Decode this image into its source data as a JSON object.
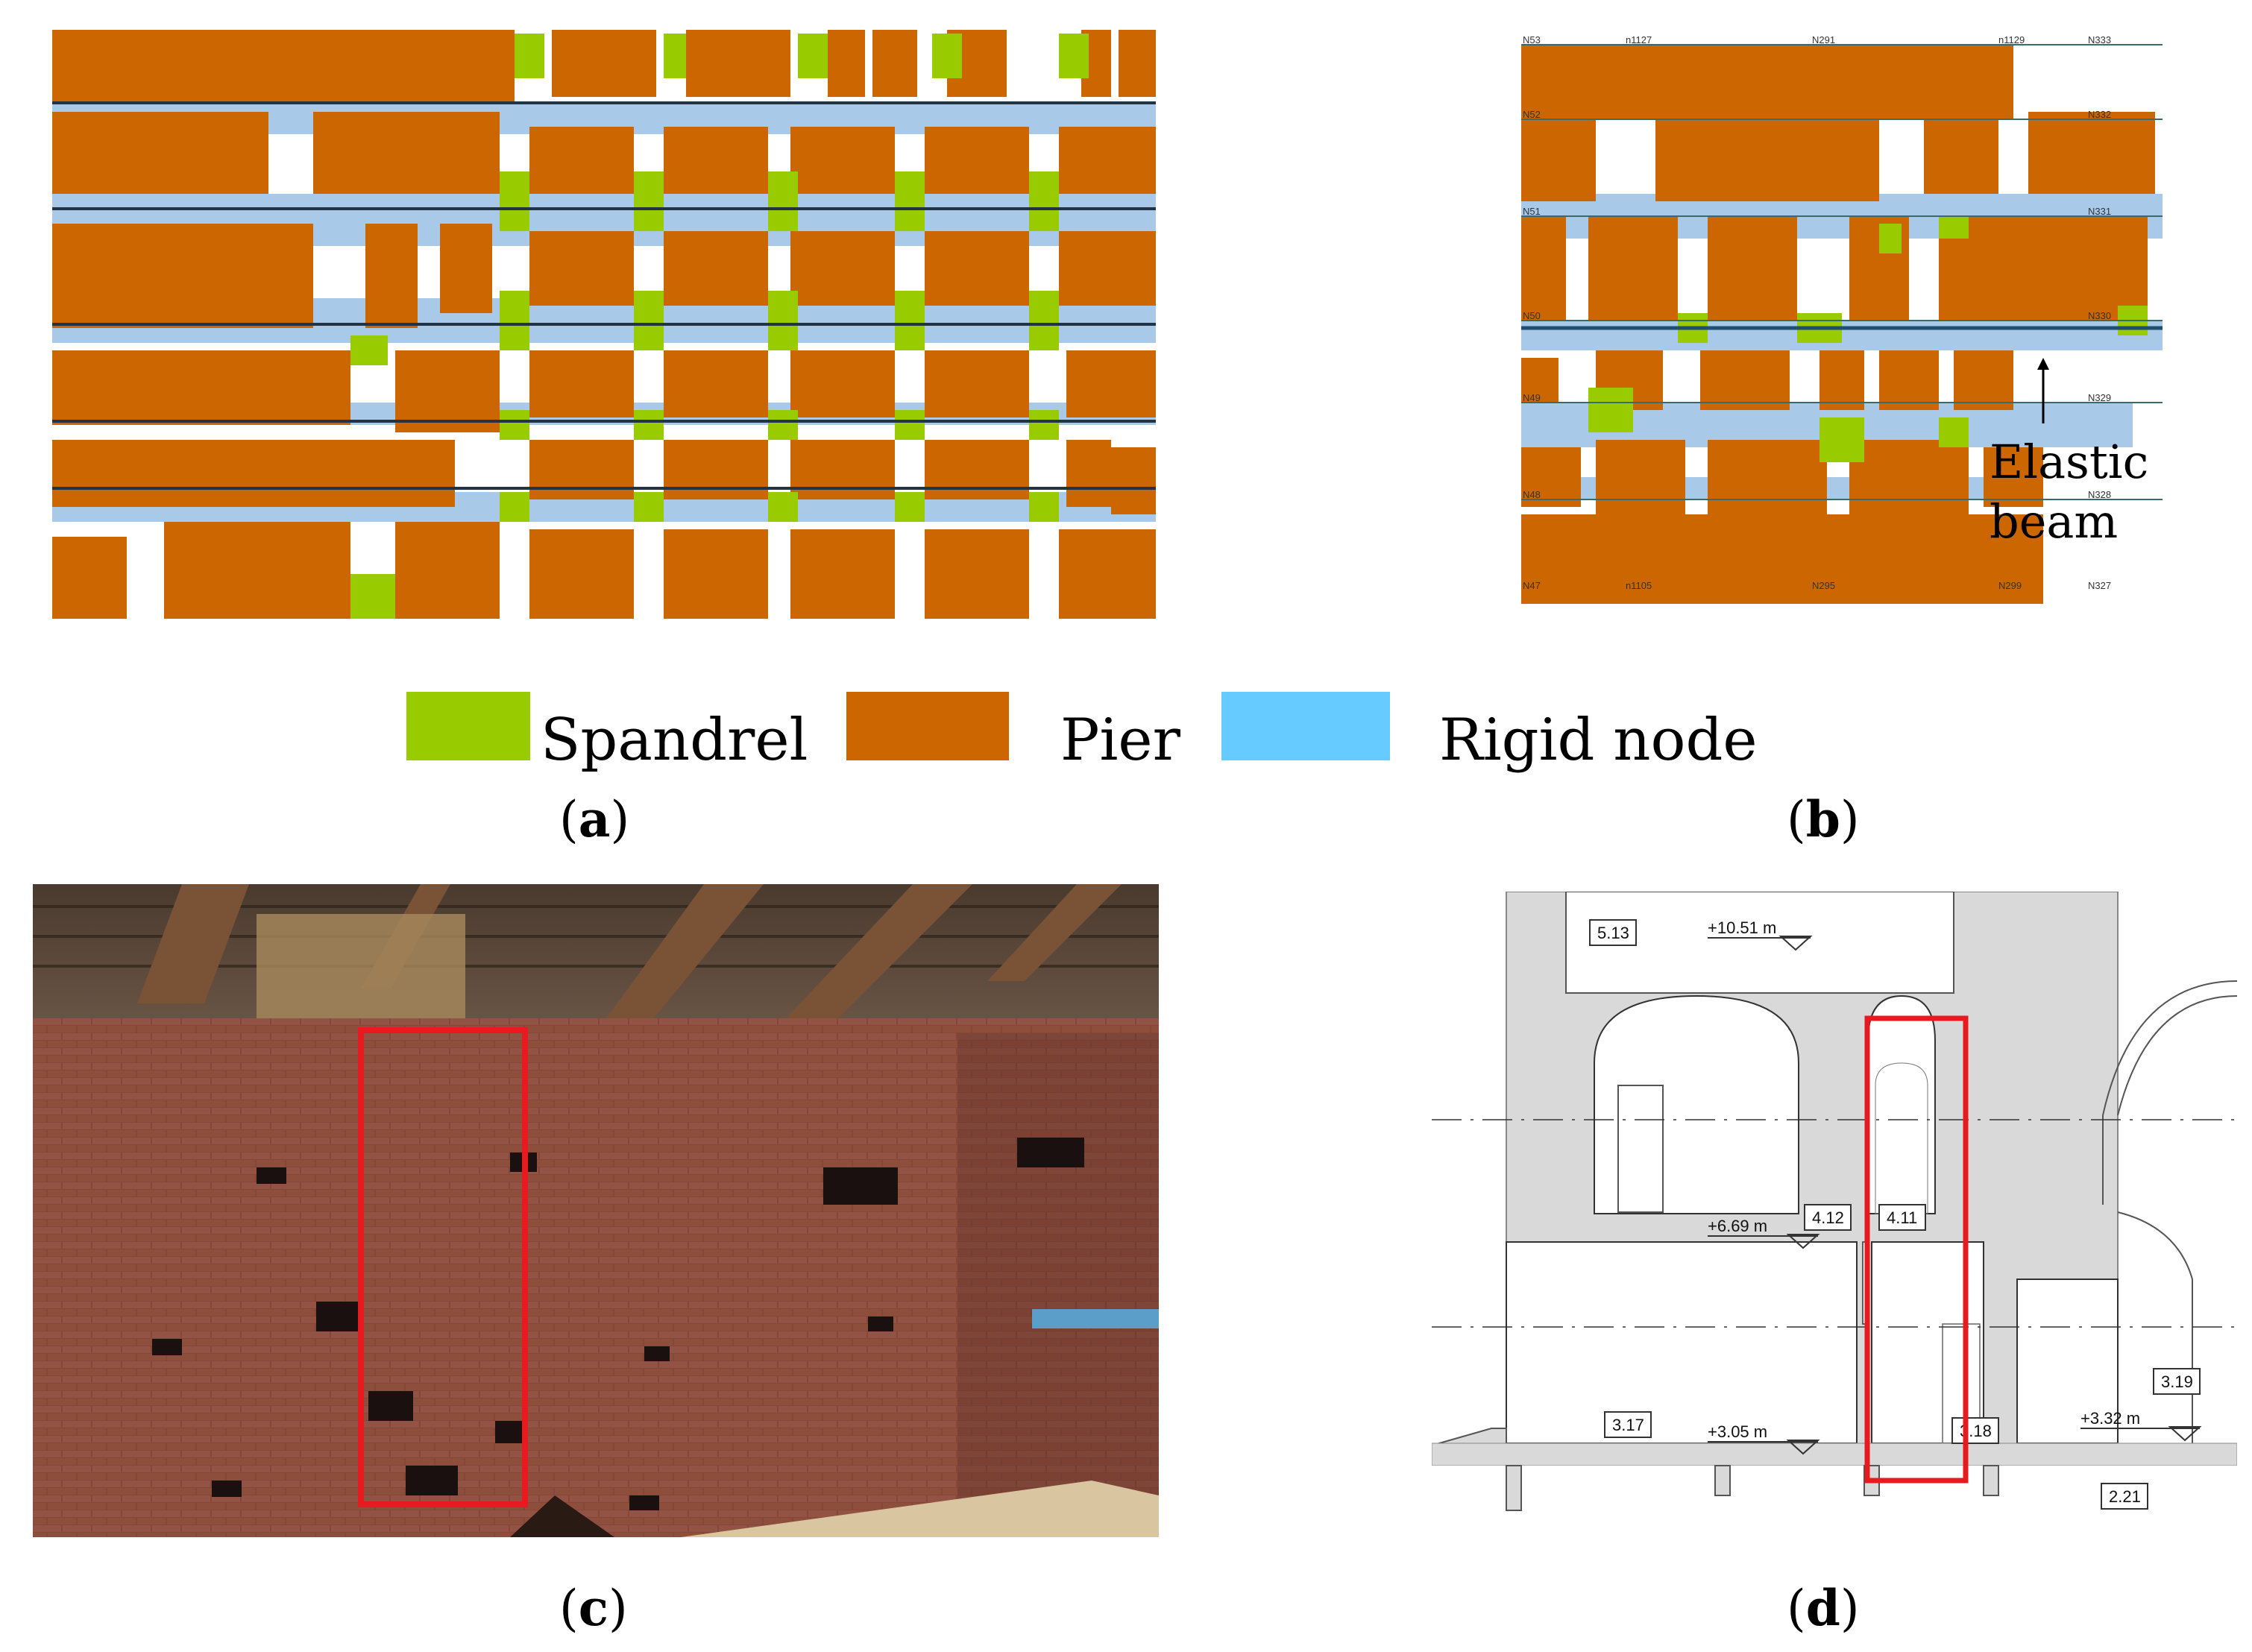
{
  "legend": {
    "spandrel": {
      "label": "Spandrel",
      "color": "#99cc00"
    },
    "pier": {
      "label": "Pier",
      "color": "#cc6600"
    },
    "rigid_node": {
      "label": "Rigid node",
      "color": "#66ccff"
    }
  },
  "panel_labels": {
    "a": "a",
    "b": "b",
    "c": "c",
    "d": "d"
  },
  "panel_b": {
    "annotation_line1": "Elastic",
    "annotation_line2": "beam",
    "node_labels_left": [
      "N53",
      "N52",
      "N51",
      "N50",
      "N49",
      "N48",
      "N47"
    ],
    "node_labels_right": [
      "N333",
      "N332",
      "N331",
      "N330",
      "N329",
      "N328",
      "N327"
    ],
    "node_labels_top": [
      "n1127",
      "N291",
      "n1129"
    ],
    "node_labels_bottom": [
      "n1105",
      "N295",
      "N299"
    ]
  },
  "panel_d": {
    "elevations": [
      "+10.51 m",
      "+6.69 m",
      "+3.05 m",
      "+3.32 m"
    ],
    "rooms": [
      "5.13",
      "4.12",
      "4.11",
      "3.17",
      "3.18",
      "3.19",
      "2.21"
    ]
  },
  "colors": {
    "highlight": "#e8191f",
    "wall_gray": "#d9d9d9",
    "arch_fill": "#ffffff"
  }
}
